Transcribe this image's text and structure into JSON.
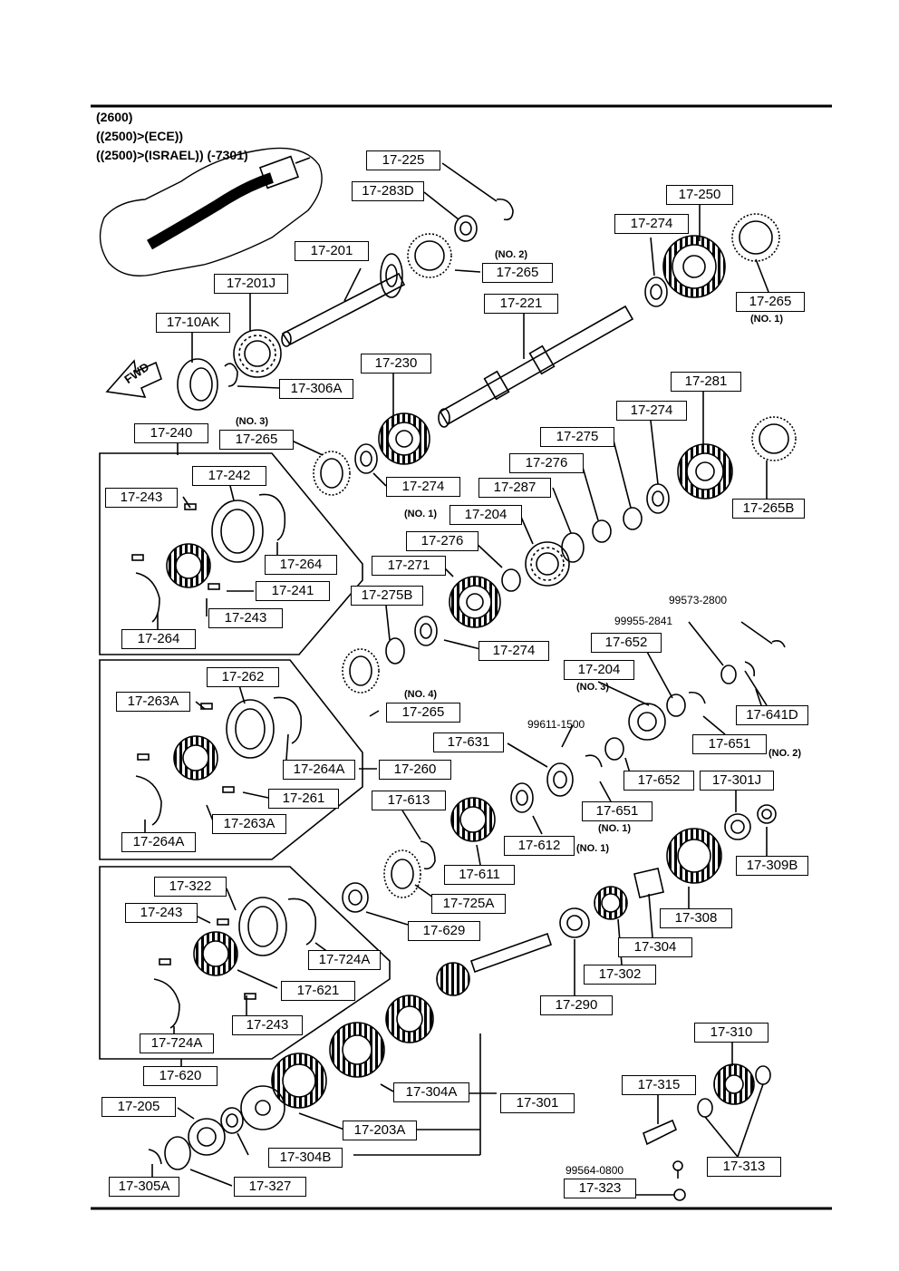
{
  "header_notes": [
    "(2600)",
    "((2500)>(ECE))",
    "((2500)>(ISRAEL)) (-7301)"
  ],
  "fwd_label": "FWD",
  "labels": {
    "l17_225": "17-225",
    "l17_283D": "17-283D",
    "l17_201": "17-201",
    "l17_265_no2": "17-265",
    "l17_250": "17-250",
    "l17_274_a": "17-274",
    "l17_265_no1": "17-265",
    "l17_221": "17-221",
    "l17_201J": "17-201J",
    "l17_10AK": "17-10AK",
    "l17_306A": "17-306A",
    "l17_230": "17-230",
    "l17_240": "17-240",
    "l17_265_no3": "17-265",
    "l17_274_b": "17-274",
    "l17_281": "17-281",
    "l17_274_c": "17-274",
    "l17_275": "17-275",
    "l17_276_a": "17-276",
    "l17_287": "17-287",
    "l17_204_a": "17-204",
    "l17_265B": "17-265B",
    "l17_242": "17-242",
    "l17_243_a": "17-243",
    "l17_264_a": "17-264",
    "l17_241": "17-241",
    "l17_243_b": "17-243",
    "l17_264_b": "17-264",
    "l17_276_b": "17-276",
    "l17_271": "17-271",
    "l17_275B": "17-275B",
    "l17_274_d": "17-274",
    "l17_652_a": "17-652",
    "l17_204_b": "17-204",
    "l17_641D": "17-641D",
    "l17_651_a": "17-651",
    "l17_262": "17-262",
    "l17_263A_a": "17-263A",
    "l17_265_no4": "17-265",
    "l17_264A_a": "17-264A",
    "l17_260": "17-260",
    "l17_261": "17-261",
    "l17_263A_b": "17-263A",
    "l17_264A_b": "17-264A",
    "l17_631": "17-631",
    "l17_652_b": "17-652",
    "l17_651_b": "17-651",
    "l17_301J": "17-301J",
    "l17_613": "17-613",
    "l17_612": "17-612",
    "l17_611": "17-611",
    "l17_309B": "17-309B",
    "l17_725A": "17-725A",
    "l17_322": "17-322",
    "l17_243_c": "17-243",
    "l17_629": "17-629",
    "l17_308": "17-308",
    "l17_724A_a": "17-724A",
    "l17_304": "17-304",
    "l17_621": "17-621",
    "l17_302": "17-302",
    "l17_290": "17-290",
    "l17_243_d": "17-243",
    "l17_724A_b": "17-724A",
    "l17_310": "17-310",
    "l17_620": "17-620",
    "l17_304A": "17-304A",
    "l17_301": "17-301",
    "l17_205": "17-205",
    "l17_203A": "17-203A",
    "l17_315": "17-315",
    "l17_304B": "17-304B",
    "l17_313": "17-313",
    "l17_305A": "17-305A",
    "l17_327": "17-327",
    "l17_323": "17-323"
  },
  "small_notes": {
    "no2_top": "(NO. 2)",
    "no1_top": "(NO. 1)",
    "no3_a": "(NO. 3)",
    "no1_a": "(NO. 1)",
    "no3_b": "(NO. 3)",
    "no4": "(NO. 4)",
    "no2_b": "(NO. 2)",
    "no1_b": "(NO. 1)",
    "no1_c": "(NO. 1)"
  },
  "part_numbers": {
    "p99573": "99573-2800",
    "p99955": "99955-2841",
    "p99611": "99611-1500",
    "p99564": "99564-0800"
  }
}
